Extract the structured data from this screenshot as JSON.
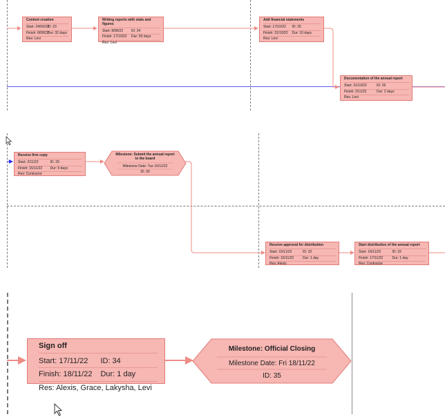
{
  "colors": {
    "node_fill": "#f7b7b3",
    "node_border": "#e07b76",
    "link": "#ef8c86",
    "baseline": "#5a5af0"
  },
  "nodes": {
    "content_creation": {
      "title": "Content creation",
      "start": "Start: 24/06/22",
      "id": "ID: 23",
      "finish": "Finish: 8/08/22",
      "dur": "Dur: 32 days",
      "res": "Res: Levi"
    },
    "writing_reports": {
      "title": "Writing reports with stats and figures",
      "start": "Start: 8/08/22",
      "id": "ID: 24",
      "finish": "Finish: 17/10/22",
      "dur": "Dur: 50 days",
      "res": "Res: Levi"
    },
    "add_financial": {
      "title": "Add financial statements",
      "start": "Start: 17/10/22",
      "id": "ID: 25",
      "finish": "Finish: 31/10/22",
      "dur": "Dur: 10 days",
      "res": "Res: Levi"
    },
    "documentation": {
      "title": "Documentation of the annual report",
      "start": "Start: 31/10/22",
      "id": "ID: 26",
      "finish": "Finish: 2/11/22",
      "dur": "Dur: 2 days",
      "res": "Res: Levi"
    },
    "receive_firm": {
      "title": "Receive firm copy",
      "start": "Start: 2/11/22",
      "id": "ID: 29",
      "finish": "Finish: 15/11/22",
      "dur": "Dur: 9 days",
      "res": "Res: Contractor"
    },
    "receive_approval": {
      "title": "Receive approval for distribution",
      "start": "Start: 15/11/22",
      "id": "ID: 32",
      "finish": "Finish: 16/11/22",
      "dur": "Dur: 1 day",
      "res": "Res: Alexis"
    },
    "start_distribution": {
      "title": "Start distribution of the annual report",
      "start": "Start: 16/11/22",
      "id": "ID: 33",
      "finish": "Finish: 17/11/22",
      "dur": "Dur: 1 day",
      "res": "Res: Contractor"
    },
    "sign_off": {
      "title": "Sign off",
      "start": "Start: 17/11/22",
      "id": "ID: 34",
      "finish": "Finish: 18/11/22",
      "dur": "Dur: 1 day",
      "res": "Res: Alexis, Grace, Lakysha, Levi"
    }
  },
  "milestones": {
    "submit": {
      "title_l1": "Milestone: Submit the annual report",
      "title_l2": "to the board",
      "date": "Milestone Date: Tue 15/11/22",
      "id": "ID: 30"
    },
    "closing": {
      "title": "Milestone: Official Closing",
      "date": "Milestone Date: Fri 18/11/22",
      "id": "ID: 35"
    }
  }
}
